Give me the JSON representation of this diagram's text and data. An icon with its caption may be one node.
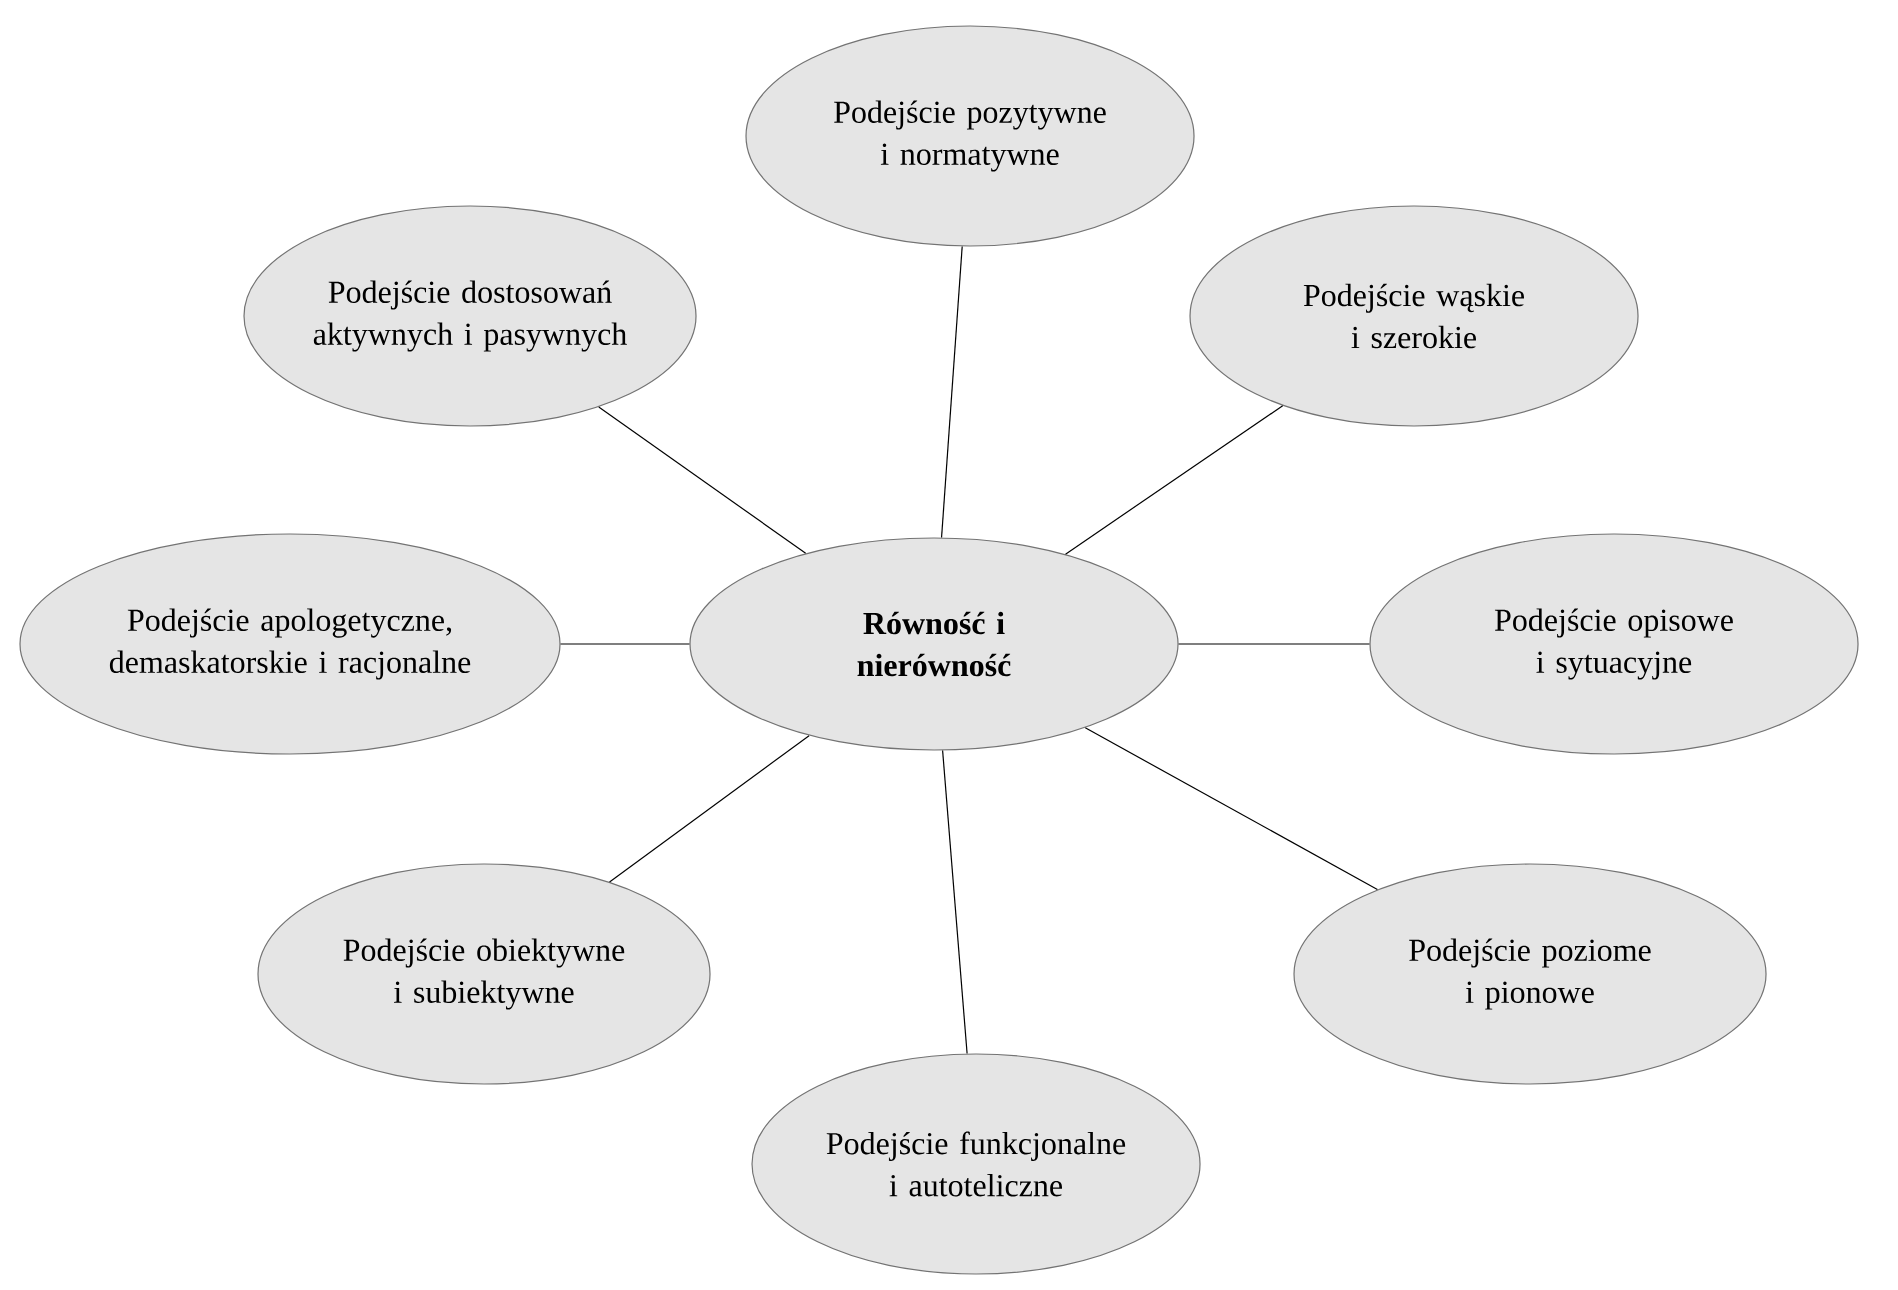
{
  "diagram": {
    "nodes": [
      {
        "text": [
          "Równość i nierówność"
        ]
      },
      {
        "text": [
          "Podejście pozytywne i normatywne"
        ]
      },
      {
        "text": [
          "Podejście dostosowań aktywnych i pasywnych"
        ]
      },
      {
        "text": [
          "Podejście wąskie i szerokie"
        ]
      },
      {
        "text": [
          "Podejście apologetyczne, demaskatorskie i racjonalne"
        ]
      },
      {
        "text": [
          "Podejście opisowe i sytuacyjne"
        ]
      },
      {
        "text": [
          "Podejście obiektywne i subiektywne"
        ]
      },
      {
        "text": [
          "Podejście poziome i pionowe"
        ]
      },
      {
        "text": [
          "Podejście funkcjonalne i autoteliczne"
        ]
      }
    ],
    "edges": [
      {
        "from": 0,
        "to": 1,
        "arrow": "none"
      },
      {
        "from": 0,
        "to": 2,
        "arrow": "none"
      },
      {
        "from": 0,
        "to": 3,
        "arrow": "none"
      },
      {
        "from": 0,
        "to": 4,
        "arrow": "none"
      },
      {
        "from": 0,
        "to": 5,
        "arrow": "none"
      },
      {
        "from": 0,
        "to": 6,
        "arrow": "none"
      },
      {
        "from": 0,
        "to": 7,
        "arrow": "none"
      },
      {
        "from": 0,
        "to": 8,
        "arrow": "none"
      }
    ]
  }
}
